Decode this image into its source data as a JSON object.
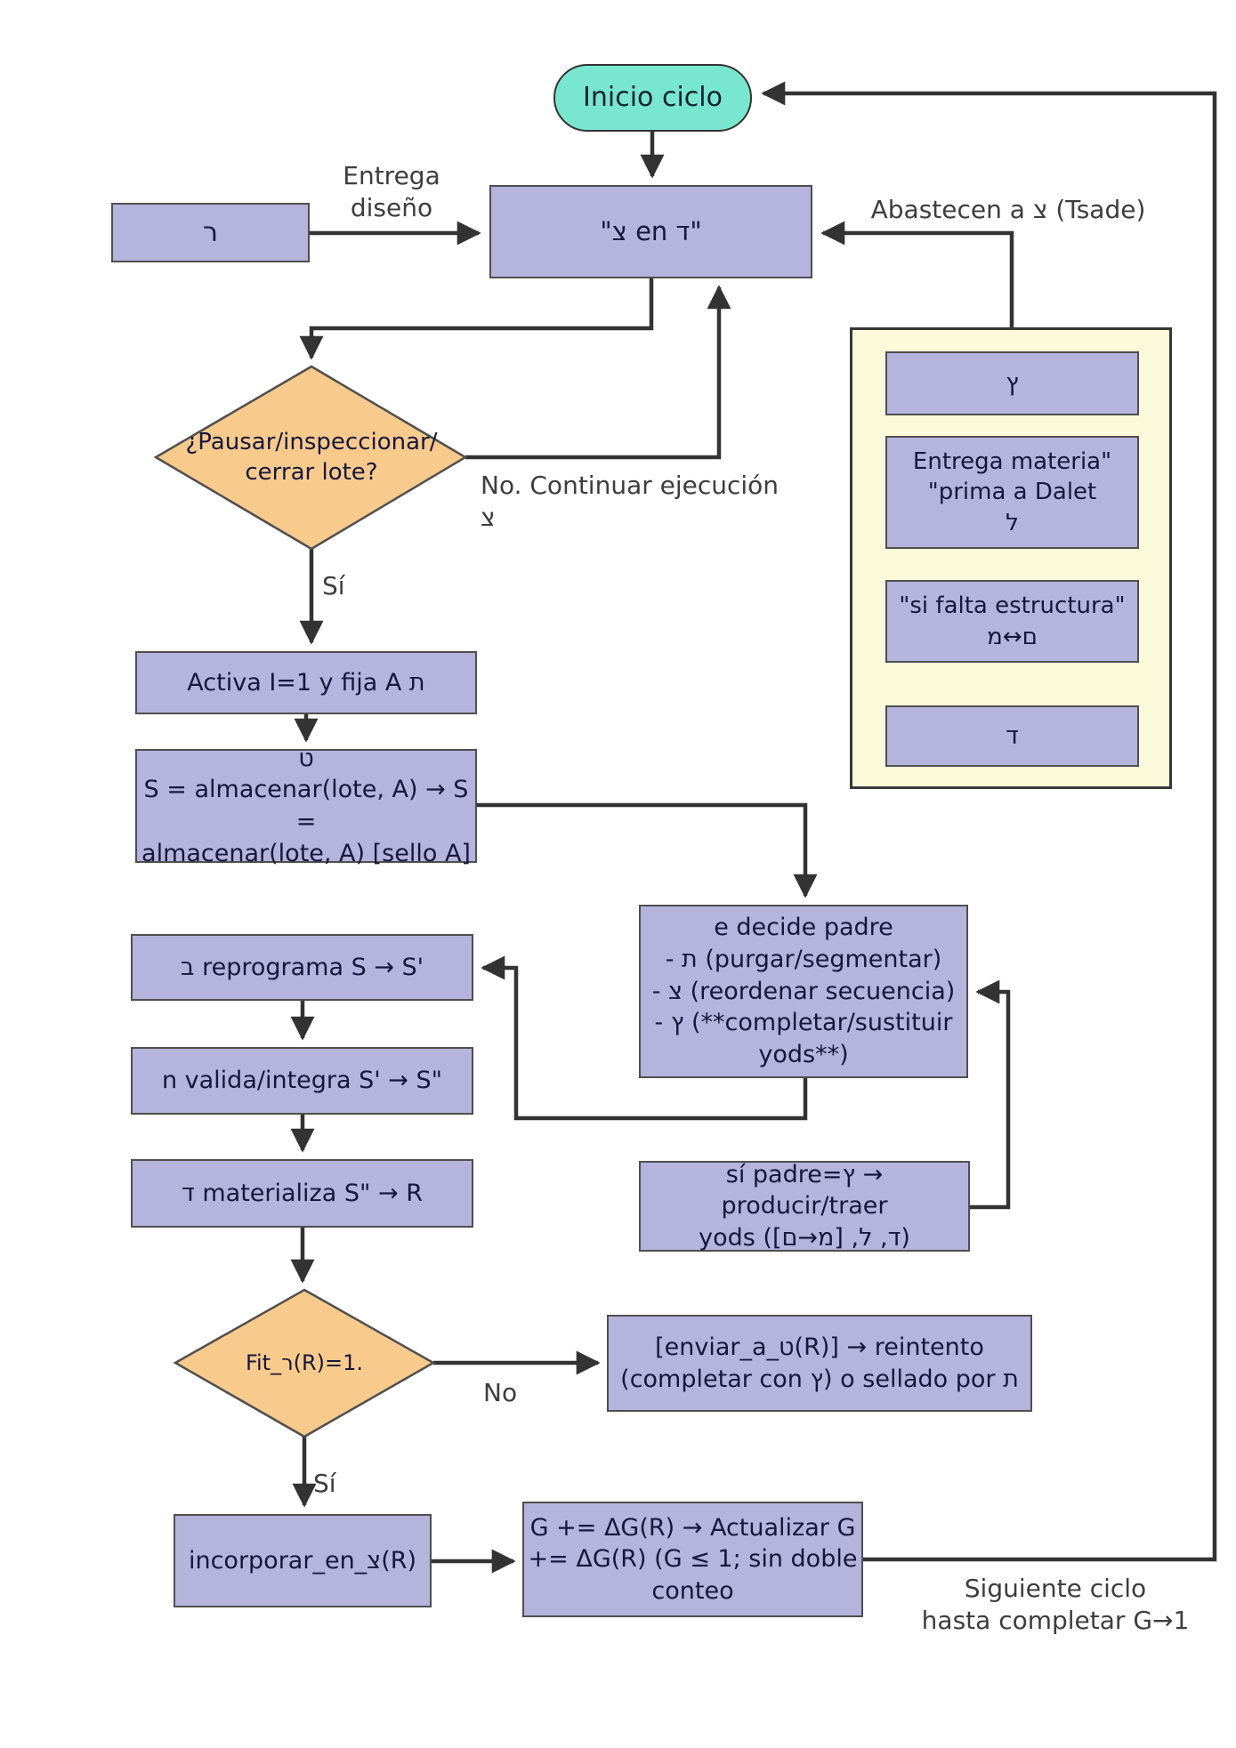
{
  "colors": {
    "node_fill": "#b4b4dc",
    "node_border": "#4f4f4f",
    "terminator_fill": "#79e7d0",
    "decision_fill": "#f8ca8c",
    "container_fill": "#fbfbdb",
    "arrow": "#333333",
    "node_text": "#17173d",
    "label_text": "#3d3d3d"
  },
  "nodes": {
    "start": {
      "label": "Inicio ciclo"
    },
    "resh": {
      "label": "ר"
    },
    "tsade_en_dalet": {
      "label": "\"צ en ד\""
    },
    "supply_box_1": {
      "label": "ץ"
    },
    "supply_box_2": {
      "lines": [
        "Entrega materia\"",
        "\"prima a Dalet",
        "ל"
      ]
    },
    "supply_box_3": {
      "lines": [
        "\"si falta estructura\"",
        "מ↔ם"
      ]
    },
    "supply_box_4": {
      "label": "ד"
    },
    "pause_decision": {
      "lines": [
        "¿Pausar/inspeccionar/",
        "cerrar lote?"
      ]
    },
    "activa": {
      "label": "Activa I=1 y fija A ת"
    },
    "almacenar": {
      "lines": [
        "ט",
        "S = almacenar(lote, A) → S =",
        "almacenar(lote, A) [sello A]"
      ]
    },
    "decide_padre": {
      "lines": [
        "e decide padre",
        "- ת (purgar/segmentar)",
        "- צ (reordenar secuencia)",
        "- ץ (**completar/sustituir",
        "yods**)"
      ]
    },
    "reprograma": {
      "label": "ב reprograma S → S'"
    },
    "valida": {
      "label": "n valida/integra S' → S\""
    },
    "materializa": {
      "label": "ד materializa S\" → R"
    },
    "si_padre": {
      "lines": [
        "sí padre=ץ → producir/traer",
        "yods ([ם→מ] ,ל ,ד)"
      ]
    },
    "fit_decision": {
      "label": "Fit_ר(R)=1."
    },
    "enviar": {
      "lines": [
        "[enviar_a_ט(R)] → reintento",
        "(completar con ץ) o sellado por ת"
      ]
    },
    "incorporar": {
      "label": "incorporar_en_צ(R)"
    },
    "actualizar": {
      "lines": [
        "G += ΔG(R) → Actualizar G",
        "+= ΔG(R) (G ≤ 1; sin doble",
        "conteo"
      ]
    }
  },
  "edge_labels": {
    "entrega_diseno": {
      "lines": [
        "Entrega",
        "diseño"
      ]
    },
    "abastecen": {
      "label": "Abastecen a צ (Tsade)"
    },
    "no_continuar": {
      "label": "No. Continuar ejecución צ"
    },
    "si_pause": {
      "label": "Sí"
    },
    "no_fit": {
      "label": "No"
    },
    "si_fit": {
      "label": "Sí"
    },
    "siguiente": {
      "lines": [
        "Siguiente ciclo",
        "hasta completar G→1"
      ]
    }
  }
}
